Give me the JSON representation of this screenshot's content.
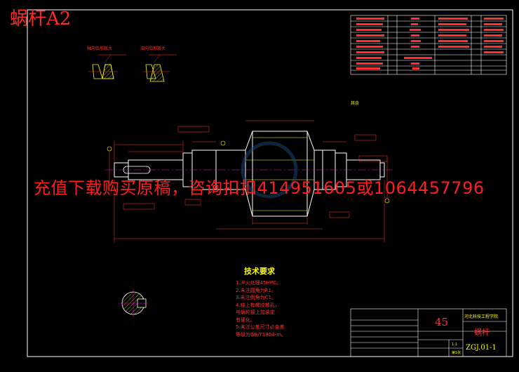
{
  "title_tag": "蜗杆A2",
  "watermark": "充值下载购买原稿，咨询扣扣414951605或1064457796",
  "detail_labels": {
    "left": "轴向齿形放大",
    "right": "法向齿形放大"
  },
  "rough_note": "其余",
  "requirements": {
    "title": "技术要求",
    "lines": [
      "1.淬火处理45HRC。",
      "2.未注圆角为R1。",
      "3.未注倒角为C1。",
      "4.轴上有螺纹螺孔，",
      "  与蜗轮接上加装定",
      "  有硬化。",
      "5.未注公差尺寸必会差",
      "  等级为GB/T1804-m。"
    ]
  },
  "title_block": {
    "material": "45",
    "part_name": "蜗杆",
    "drawing_no": "ZGJ.01-1",
    "organization": "河北科技工程学院",
    "scale": "1:1",
    "sheet": "第1张"
  },
  "colors": {
    "background": "#000000",
    "outline": "#ffffff",
    "geometry": "#ffff00",
    "dimension": "#ff3030",
    "centerline": "#ff00ff",
    "hatch": "#ffff00"
  }
}
